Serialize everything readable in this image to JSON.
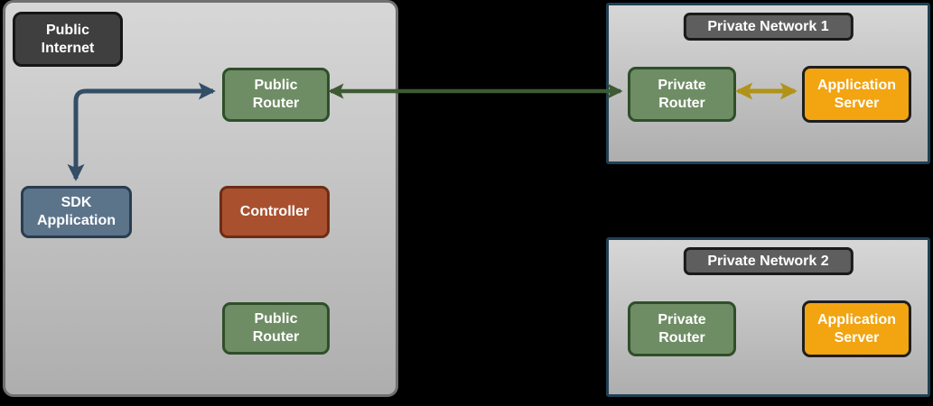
{
  "colors": {
    "page_bg": "#000000",
    "zone_top": "#d7d7d7",
    "zone_bottom": "#aeaeae",
    "zone_border_gray": "#707070",
    "zone_border_navy": "#1f4053",
    "label_dark_fill": "#3f3f3f",
    "label_dark_border": "#161616",
    "net_label_fill": "#5e5e5e",
    "net_label_border": "#1a1a1a",
    "green_fill": "#6f8d65",
    "green_border": "#2f4e2a",
    "slate_fill": "#5c748a",
    "slate_border": "#293d4f",
    "rust_fill": "#a9512f",
    "rust_border": "#6d2d16",
    "orange_fill": "#f2a411",
    "orange_border": "#1e1e1e",
    "arrow_navy": "#334e66",
    "arrow_green": "#3d5a33",
    "arrow_gold": "#b09318"
  },
  "zones": {
    "public_internet": {
      "label_lines": [
        "Public",
        "Internet"
      ],
      "nodes": {
        "public_router_top": {
          "label_lines": [
            "Public",
            "Router"
          ]
        },
        "sdk_application": {
          "label_lines": [
            "SDK",
            "Application"
          ]
        },
        "controller": {
          "label_lines": [
            "Controller"
          ]
        },
        "public_router_bottom": {
          "label_lines": [
            "Public",
            "Router"
          ]
        }
      }
    },
    "private_network_1": {
      "label": "Private Network 1",
      "nodes": {
        "private_router": {
          "label_lines": [
            "Private",
            "Router"
          ]
        },
        "application_server": {
          "label_lines": [
            "Application",
            "Server"
          ]
        }
      }
    },
    "private_network_2": {
      "label": "Private Network 2",
      "nodes": {
        "private_router": {
          "label_lines": [
            "Private",
            "Router"
          ]
        },
        "application_server": {
          "label_lines": [
            "Application",
            "Server"
          ]
        }
      }
    }
  },
  "connections": [
    {
      "from": "sdk_application",
      "to": "public_router_top",
      "bidirectional": true,
      "color_key": "arrow_navy"
    },
    {
      "from": "public_router_top",
      "to": "private_network_1.private_router",
      "bidirectional": true,
      "color_key": "arrow_green"
    },
    {
      "from": "private_network_1.private_router",
      "to": "private_network_1.application_server",
      "bidirectional": true,
      "color_key": "arrow_gold"
    }
  ]
}
